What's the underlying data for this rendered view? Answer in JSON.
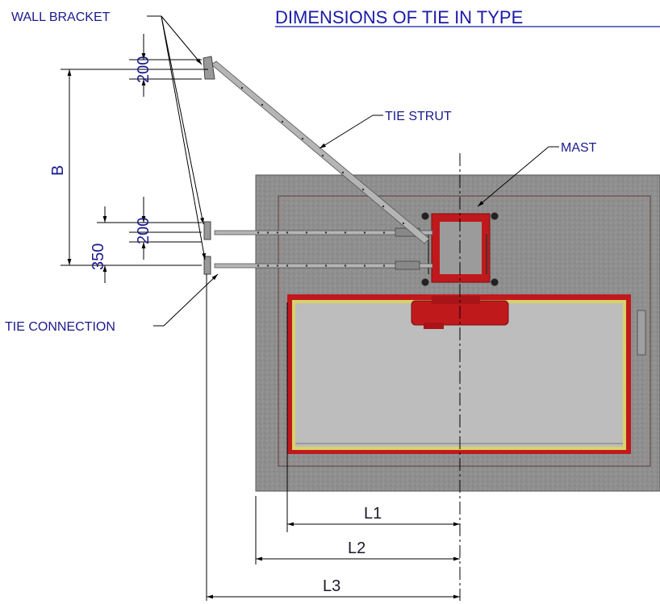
{
  "title": "DIMENSIONS OF TIE IN TYPE",
  "labels": {
    "wall_bracket": "WALL BRACKET",
    "tie_strut": "TIE STRUT",
    "mast": "MAST",
    "tie_connection": "TIE CONNECTION"
  },
  "dimensions": {
    "top_spacing": "200",
    "b": "B",
    "lower_spacing": "200",
    "offset": "350",
    "l1": "L1",
    "l2": "L2",
    "l3": "L3"
  },
  "colors": {
    "text": "#1a1a8c",
    "concrete": "#8c8c8c",
    "mast_red": "#c0191c",
    "cage_floor": "#b8b8b8",
    "cage_trim": "#d8d26a",
    "line": "#000000"
  }
}
